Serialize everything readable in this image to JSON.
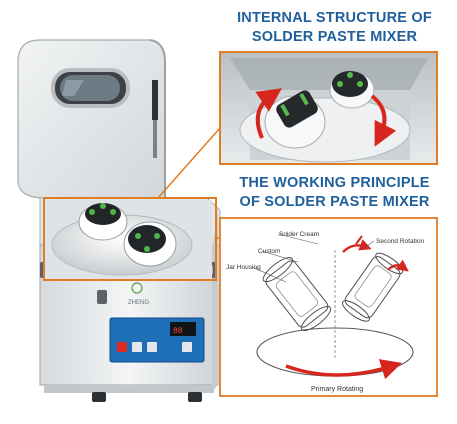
{
  "headings": {
    "internal_line1": "INTERNAL STRUCTURE OF",
    "internal_line2": "SOLDER PASTE MIXER",
    "principle_line1": "THE WORKING PRINCIPLE",
    "principle_line2": "OF SOLDER PASTE MIXER"
  },
  "diagram_labels": {
    "solder_cream": "Solder Cream",
    "custom": "Custom",
    "jar_housing": "Jar Housing",
    "second_rotation": "Second Rotation",
    "primary_rotating": "Primary Rotating"
  },
  "machine": {
    "brand_text": "ZHENG"
  },
  "colors": {
    "heading_blue": "#1f5f9c",
    "callout_orange": "#e07b26",
    "arrow_red": "#d7261e",
    "machine_white": "#eceff1",
    "panel_blue": "#1e6fb8"
  }
}
